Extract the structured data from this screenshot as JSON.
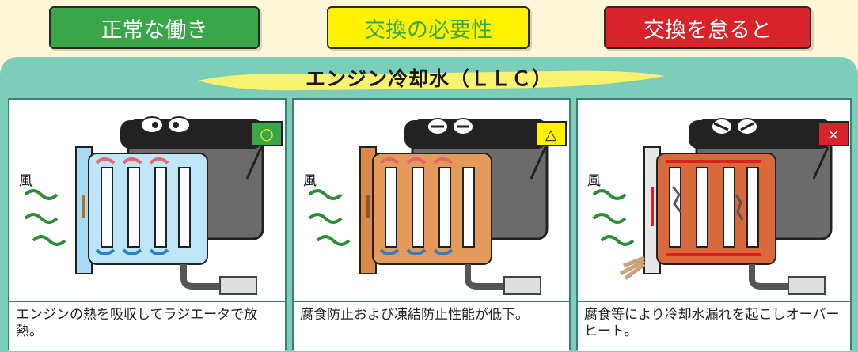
{
  "tabs": [
    {
      "label": "正常な働き",
      "color": "#3aa64a"
    },
    {
      "label": "交換の必要性",
      "color": "#fff100"
    },
    {
      "label": "交換を怠ると",
      "color": "#d8232a"
    }
  ],
  "panel": {
    "title": "エンジン冷却水（ＬＬＣ）"
  },
  "cards": [
    {
      "wind_label": "風",
      "flag_symbol": "○",
      "radiator_color": "#bfe6f7",
      "caption": "エンジンの熱を吸収してラジエータで放熱。"
    },
    {
      "wind_label": "風",
      "flag_symbol": "△",
      "radiator_color": "#e39a5a",
      "caption": "腐食防止および凍結防止性能が低下。"
    },
    {
      "wind_label": "風",
      "flag_symbol": "×",
      "radiator_color": "#d9683a",
      "caption": "腐食等により冷却水漏れを起こしオーバーヒート。"
    }
  ]
}
